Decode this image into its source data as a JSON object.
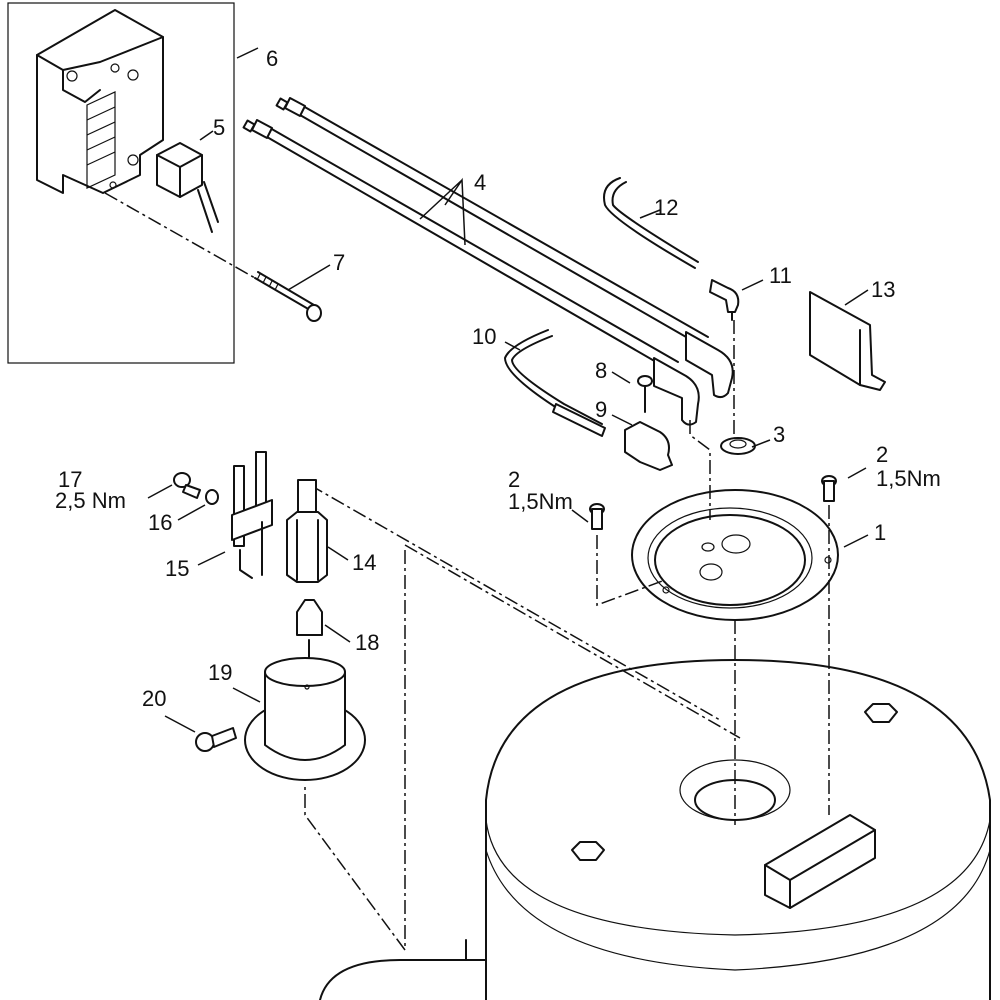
{
  "diagram": {
    "type": "exploded-parts-diagram",
    "parts": [
      {
        "id": "1",
        "label": "1"
      },
      {
        "id": "2a",
        "label": "2",
        "torque": "1,5Nm"
      },
      {
        "id": "2b",
        "label": "2",
        "torque": "1,5Nm"
      },
      {
        "id": "3",
        "label": "3"
      },
      {
        "id": "4",
        "label": "4"
      },
      {
        "id": "5",
        "label": "5"
      },
      {
        "id": "6",
        "label": "6"
      },
      {
        "id": "7",
        "label": "7"
      },
      {
        "id": "8",
        "label": "8"
      },
      {
        "id": "9",
        "label": "9"
      },
      {
        "id": "10",
        "label": "10"
      },
      {
        "id": "11",
        "label": "11"
      },
      {
        "id": "12",
        "label": "12"
      },
      {
        "id": "13",
        "label": "13"
      },
      {
        "id": "14",
        "label": "14"
      },
      {
        "id": "15",
        "label": "15"
      },
      {
        "id": "16",
        "label": "16"
      },
      {
        "id": "17",
        "label": "17",
        "torque": "2,5 Nm"
      },
      {
        "id": "18",
        "label": "18"
      },
      {
        "id": "19",
        "label": "19"
      },
      {
        "id": "20",
        "label": "20"
      }
    ]
  }
}
